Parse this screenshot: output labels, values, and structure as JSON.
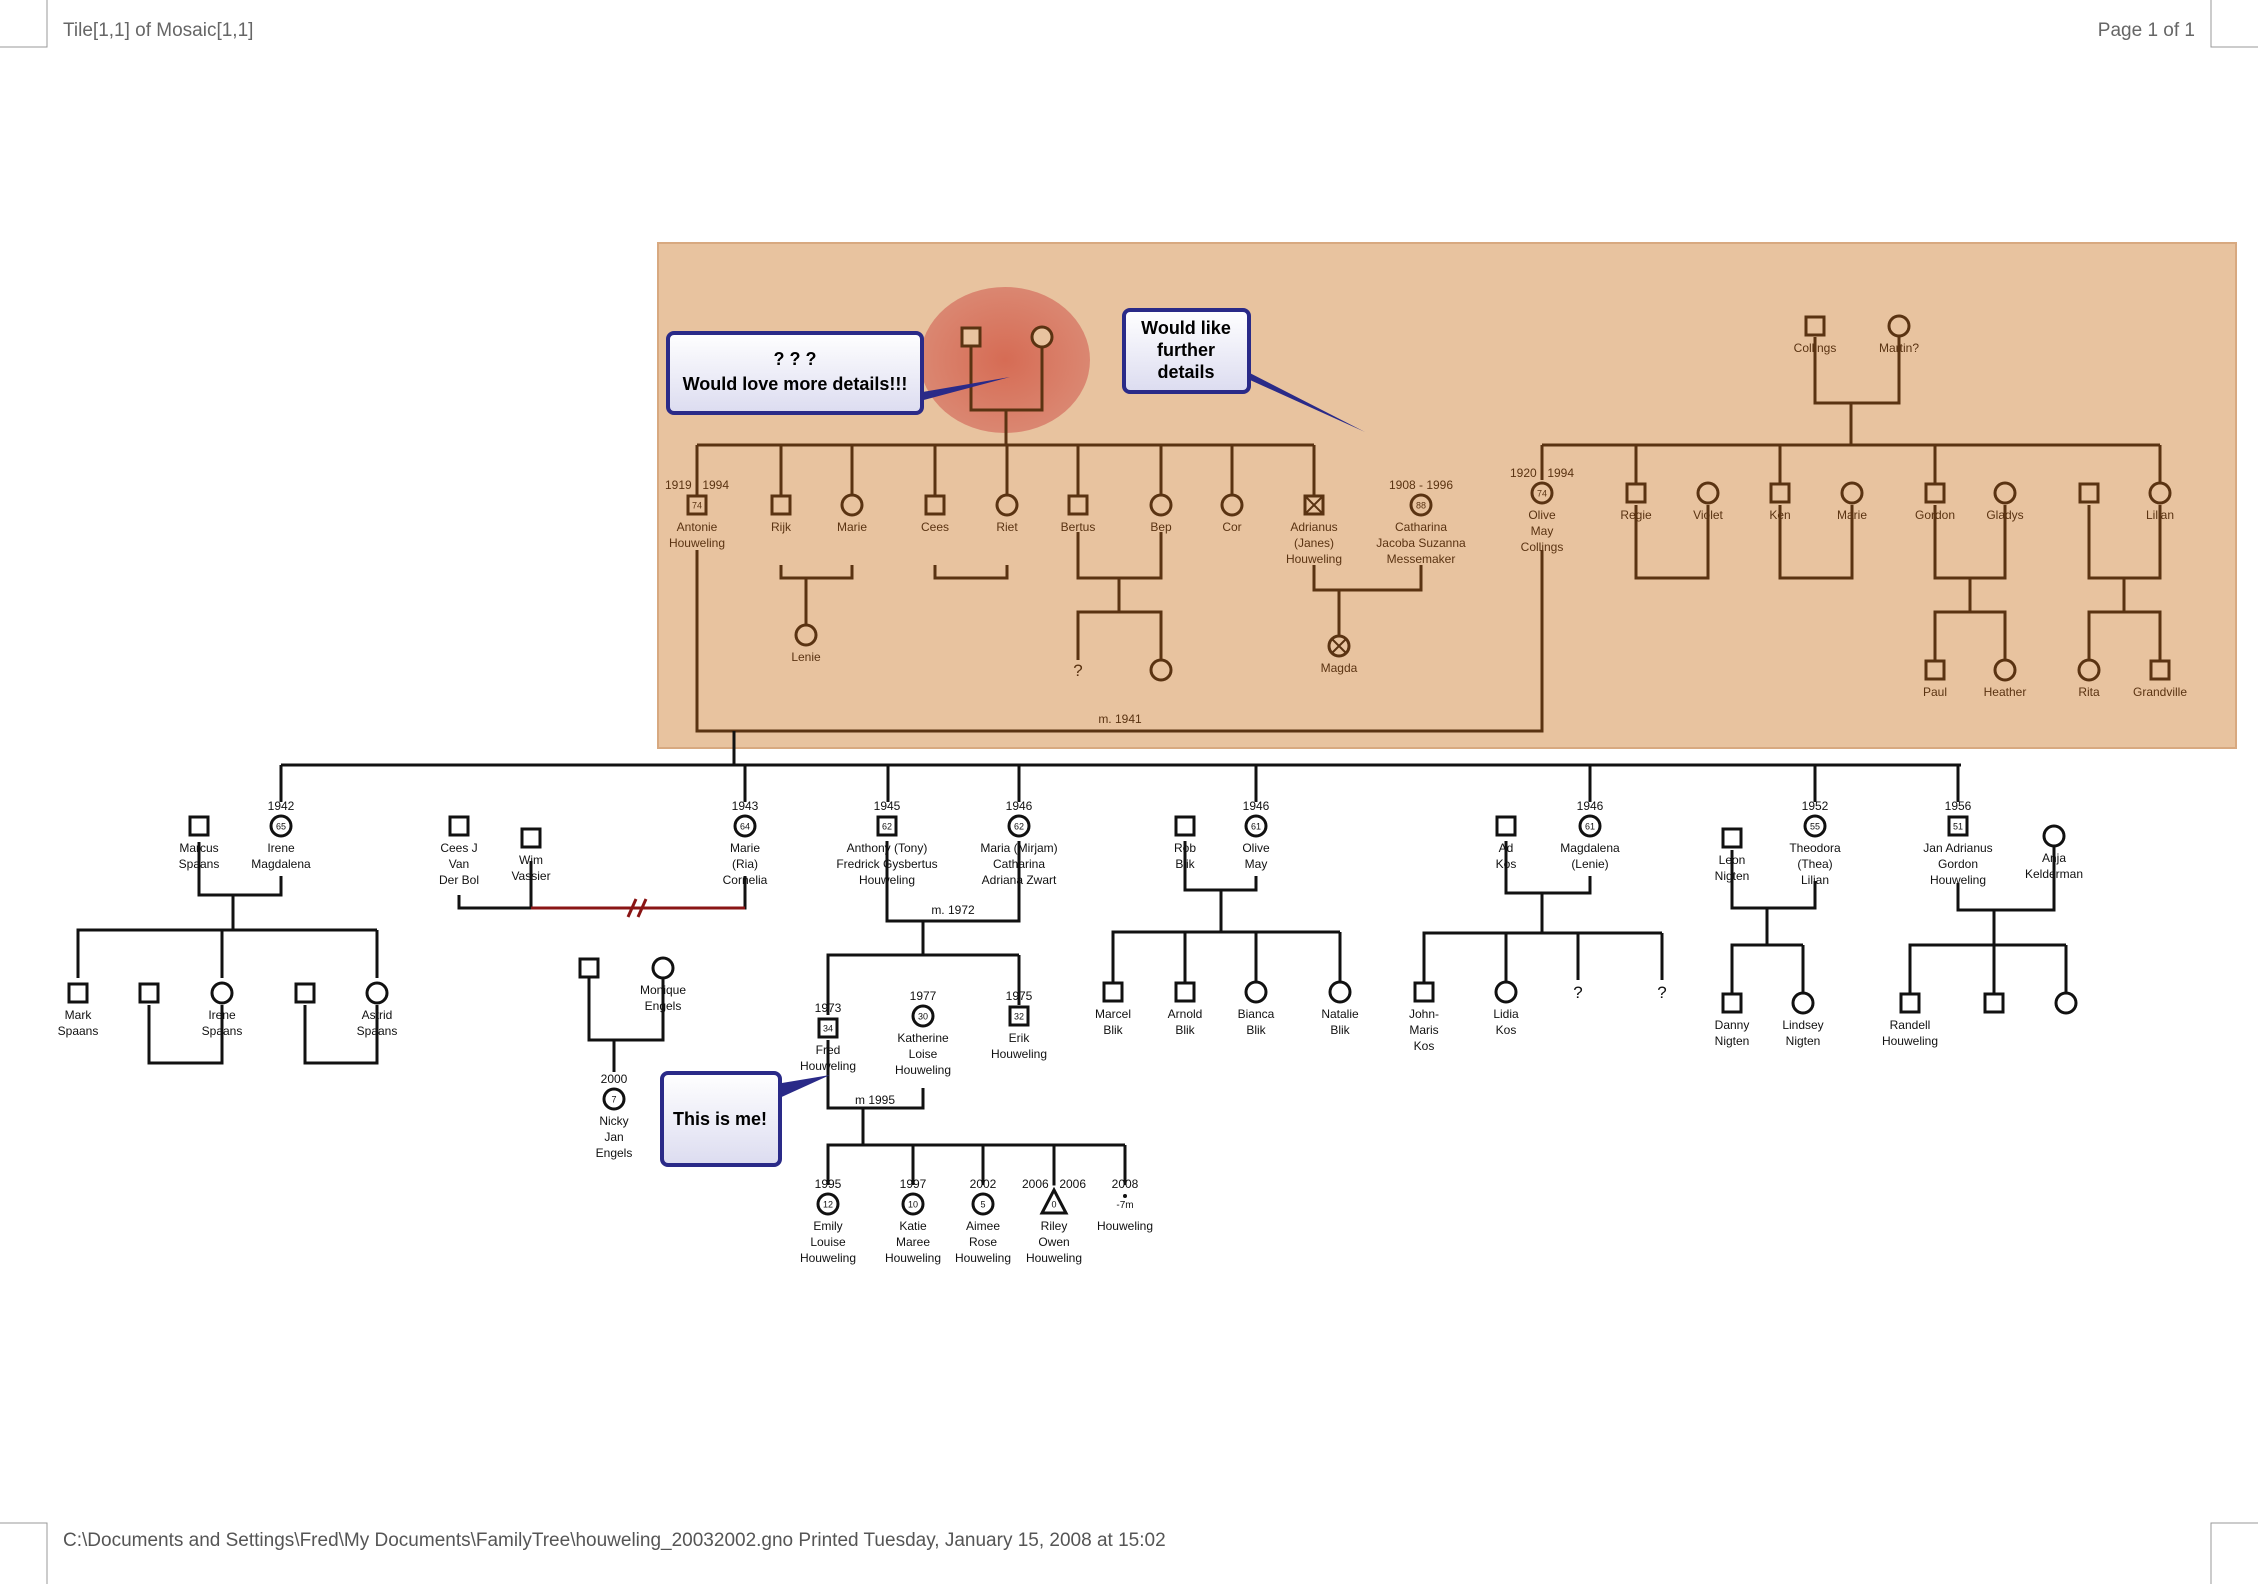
{
  "header": {
    "tile_label": "Tile[1,1] of Mosaic[1,1]",
    "page_label": "Page 1 of 1"
  },
  "footer": {
    "path_label": "C:\\Documents and Settings\\Fred\\My Documents\\FamilyTree\\houweling_20032002.gno Printed Tuesday, January 15, 2008 at 15:02"
  },
  "callouts": {
    "unknown_parents": {
      "q": "? ? ?",
      "text": "Would love more details!!!"
    },
    "further": [
      "Would like",
      "further",
      "details"
    ],
    "me": "This is me!"
  },
  "marriages": {
    "grandparents": "m. 1941",
    "anthony": "m. 1972",
    "fred": "m 1995"
  },
  "people": [
    {
      "id": "unk_m",
      "lines": []
    },
    {
      "id": "unk_f",
      "lines": []
    },
    {
      "id": "antonie",
      "top": "1919 - 1994",
      "age": "74",
      "lines": [
        "Antonie",
        "Houweling"
      ]
    },
    {
      "id": "rijk",
      "lines": [
        "Rijk"
      ]
    },
    {
      "id": "marie_g1",
      "lines": [
        "Marie"
      ]
    },
    {
      "id": "lenie",
      "lines": [
        "Lenie"
      ]
    },
    {
      "id": "cees",
      "lines": [
        "Cees"
      ]
    },
    {
      "id": "riet",
      "lines": [
        "Riet"
      ]
    },
    {
      "id": "bertus",
      "lines": [
        "Bertus"
      ]
    },
    {
      "id": "bep",
      "lines": [
        "Bep"
      ]
    },
    {
      "id": "unk_q",
      "lines": [
        "?"
      ]
    },
    {
      "id": "bertus_dau",
      "lines": []
    },
    {
      "id": "cor",
      "lines": [
        "Cor"
      ]
    },
    {
      "id": "adrianus",
      "lines": [
        "Adrianus",
        "(Janes)",
        "Houweling"
      ]
    },
    {
      "id": "catharina",
      "top": "1908 - 1996",
      "age": "88",
      "lines": [
        "Catharina",
        "Jacoba Suzanna",
        "Messemaker"
      ]
    },
    {
      "id": "magda",
      "lines": [
        "Magda"
      ]
    },
    {
      "id": "collings",
      "lines": [
        "Collings"
      ]
    },
    {
      "id": "martin",
      "lines": [
        "Martin?"
      ]
    },
    {
      "id": "olive",
      "top": "1920 - 1994",
      "age": "74",
      "lines": [
        "Olive",
        "May",
        "Collings"
      ]
    },
    {
      "id": "regie",
      "lines": [
        "Regie"
      ]
    },
    {
      "id": "violet",
      "lines": [
        "Violet"
      ]
    },
    {
      "id": "ken",
      "lines": [
        "Ken"
      ]
    },
    {
      "id": "marie_k",
      "lines": [
        "Marie"
      ]
    },
    {
      "id": "gordon",
      "lines": [
        "Gordon"
      ]
    },
    {
      "id": "gladys",
      "lines": [
        "Gladys"
      ]
    },
    {
      "id": "lilian_h",
      "lines": []
    },
    {
      "id": "lilian",
      "lines": [
        "Lilian"
      ]
    },
    {
      "id": "paul",
      "lines": [
        "Paul"
      ]
    },
    {
      "id": "heather",
      "lines": [
        "Heather"
      ]
    },
    {
      "id": "rita",
      "lines": [
        "Rita"
      ]
    },
    {
      "id": "grandville",
      "lines": [
        "Grandville"
      ]
    },
    {
      "id": "marcus",
      "lines": [
        "Marcus",
        "Spaans"
      ]
    },
    {
      "id": "irene",
      "top": "1942",
      "age": "65",
      "lines": [
        "Irene",
        "Magdalena"
      ]
    },
    {
      "id": "mark",
      "lines": [
        "Mark",
        "Spaans"
      ]
    },
    {
      "id": "irene_s_h",
      "lines": []
    },
    {
      "id": "irene_s",
      "lines": [
        "Irene",
        "Spaans"
      ]
    },
    {
      "id": "astrid_h",
      "lines": []
    },
    {
      "id": "astrid",
      "lines": [
        "Astrid",
        "Spaans"
      ]
    },
    {
      "id": "ceesj",
      "lines": [
        "Cees J",
        "Van",
        "Der Bol"
      ]
    },
    {
      "id": "wim",
      "lines": [
        "Wim",
        "Vassier"
      ]
    },
    {
      "id": "marie_ria",
      "top": "1943",
      "age": "64",
      "lines": [
        "Marie",
        "(Ria)",
        "Cornelia"
      ]
    },
    {
      "id": "monique_h",
      "lines": []
    },
    {
      "id": "monique",
      "lines": [
        "Monique",
        "Engels"
      ]
    },
    {
      "id": "nicky",
      "top": "2000",
      "age": "7",
      "lines": [
        "Nicky",
        "Jan",
        "Engels"
      ]
    },
    {
      "id": "anthony",
      "top": "1945",
      "age": "62",
      "lines": [
        "Anthony (Tony)",
        "Fredrick Gysbertus",
        "Houweling"
      ]
    },
    {
      "id": "maria",
      "top": "1946",
      "age": "62",
      "lines": [
        "Maria (Mirjam)",
        "Catharina",
        "Adriana Zwart"
      ]
    },
    {
      "id": "fred",
      "top": "1973",
      "age": "34",
      "lines": [
        "Fred",
        "Houweling"
      ]
    },
    {
      "id": "katherine",
      "top": "1977",
      "age": "30",
      "lines": [
        "Katherine",
        "Loise",
        "Houweling"
      ]
    },
    {
      "id": "erik",
      "top": "1975",
      "age": "32",
      "lines": [
        "Erik",
        "Houweling"
      ]
    },
    {
      "id": "emily",
      "top": "1995",
      "age": "12",
      "lines": [
        "Emily",
        "Louise",
        "Houweling"
      ]
    },
    {
      "id": "katie",
      "top": "1997",
      "age": "10",
      "lines": [
        "Katie",
        "Maree",
        "Houweling"
      ]
    },
    {
      "id": "aimee",
      "top": "2002",
      "age": "5",
      "lines": [
        "Aimee",
        "Rose",
        "Houweling"
      ]
    },
    {
      "id": "riley",
      "top": "2006 - 2006",
      "age": "0",
      "lines": [
        "Riley",
        "Owen",
        "Houweling"
      ]
    },
    {
      "id": "baby",
      "top": "2008",
      "age": "-7m",
      "lines": [
        "Houweling"
      ]
    },
    {
      "id": "rob",
      "lines": [
        "Rob",
        "Blik"
      ]
    },
    {
      "id": "olive_may",
      "top": "1946",
      "age": "61",
      "lines": [
        "Olive",
        "May"
      ]
    },
    {
      "id": "marcel",
      "lines": [
        "Marcel",
        "Blik"
      ]
    },
    {
      "id": "arnold",
      "lines": [
        "Arnold",
        "Blik"
      ]
    },
    {
      "id": "bianca",
      "lines": [
        "Bianca",
        "Blik"
      ]
    },
    {
      "id": "natalie",
      "lines": [
        "Natalie",
        "Blik"
      ]
    },
    {
      "id": "ad",
      "lines": [
        "Ad",
        "Kos"
      ]
    },
    {
      "id": "magdalena",
      "top": "1946",
      "age": "61",
      "lines": [
        "Magdalena",
        "(Lenie)"
      ]
    },
    {
      "id": "john",
      "lines": [
        "John-",
        "Maris",
        "Kos"
      ]
    },
    {
      "id": "lidia",
      "lines": [
        "Lidia",
        "Kos"
      ]
    },
    {
      "id": "kos_q1",
      "lines": [
        "?"
      ]
    },
    {
      "id": "kos_q2",
      "lines": [
        "?"
      ]
    },
    {
      "id": "leon",
      "lines": [
        "Leon",
        "Nigten"
      ]
    },
    {
      "id": "theodora",
      "top": "1952",
      "age": "55",
      "lines": [
        "Theodora",
        "(Thea)",
        "Lilian"
      ]
    },
    {
      "id": "danny",
      "lines": [
        "Danny",
        "Nigten"
      ]
    },
    {
      "id": "lindsey",
      "lines": [
        "Lindsey",
        "Nigten"
      ]
    },
    {
      "id": "jan",
      "top": "1956",
      "age": "51",
      "lines": [
        "Jan Adrianus",
        "Gordon",
        "Houweling"
      ]
    },
    {
      "id": "anja",
      "lines": [
        "Anja",
        "Kelderman"
      ]
    },
    {
      "id": "randell",
      "lines": [
        "Randell",
        "Houweling"
      ]
    },
    {
      "id": "jan_s2",
      "lines": []
    },
    {
      "id": "jan_d1",
      "lines": []
    }
  ],
  "colors": {
    "highlight_box": "#e8c39f",
    "highlight_line": "#5a3312",
    "main_line": "#111111",
    "divorce_line": "#8a1515",
    "circle_highlight": "#d66a55",
    "callout_fill": "#ffffff",
    "callout_border": "#2a2a88"
  }
}
